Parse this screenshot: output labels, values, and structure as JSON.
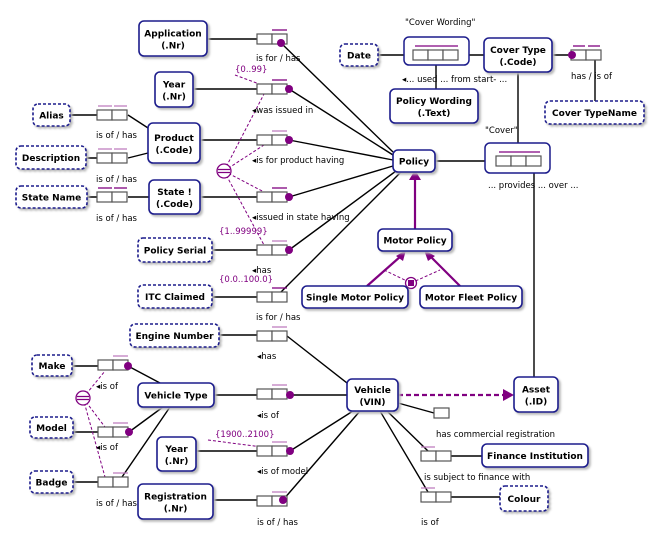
{
  "colors": {
    "entity_border": "#1c1c8c",
    "constraint": "#800080",
    "line": "#000000"
  },
  "entities": {
    "application": {
      "name": "Application",
      "ref": "(.Nr)"
    },
    "year_policy": {
      "name": "Year",
      "ref": "(.Nr)"
    },
    "alias": {
      "name": "Alias"
    },
    "product": {
      "name": "Product",
      "ref": "(.Code)"
    },
    "description": {
      "name": "Description"
    },
    "state_name": {
      "name": "State Name"
    },
    "state": {
      "name": "State !",
      "ref": "(.Code)"
    },
    "policy_serial": {
      "name": "Policy Serial"
    },
    "itc_claimed": {
      "name": "ITC Claimed"
    },
    "date": {
      "name": "Date"
    },
    "cover_type": {
      "name": "Cover Type",
      "ref": "(.Code)"
    },
    "cover_type_name": {
      "name": "Cover TypeName"
    },
    "policy_wording": {
      "name": "Policy Wording",
      "ref": "(.Text)"
    },
    "policy": {
      "name": "Policy"
    },
    "motor_policy": {
      "name": "Motor Policy"
    },
    "single_motor_policy": {
      "name": "Single Motor Policy"
    },
    "motor_fleet_policy": {
      "name": "Motor Fleet Policy"
    },
    "engine_number": {
      "name": "Engine Number"
    },
    "make": {
      "name": "Make"
    },
    "vehicle_type": {
      "name": "Vehicle Type"
    },
    "model": {
      "name": "Model"
    },
    "badge": {
      "name": "Badge"
    },
    "year_vehicle": {
      "name": "Year",
      "ref": "(.Nr)"
    },
    "registration": {
      "name": "Registration",
      "ref": "(.Nr)"
    },
    "vehicle": {
      "name": "Vehicle",
      "ref": "(VIN)"
    },
    "asset": {
      "name": "Asset",
      "ref": "(.ID)"
    },
    "finance_institution": {
      "name": "Finance Institution"
    },
    "colour": {
      "name": "Colour"
    }
  },
  "objectified": {
    "cover_wording": "\"Cover Wording\"",
    "cover": "\"Cover\""
  },
  "readings": {
    "application": "is for / has",
    "year_policy": "◂was issued in",
    "product": "◂is for product having",
    "state": "◂issued in state having",
    "policy_serial": "◂has",
    "itc": "is for / has",
    "alias": "is of / has",
    "description": "is of / has",
    "state_name": "is of / has",
    "cover_wording": "◂... used ... from start- ...",
    "cover_type_name": "has / is of",
    "cover": "... provides ... over ...",
    "engine": "◂has",
    "make": "◂is of",
    "vehicle_type": "◂is of",
    "model": "◂is of",
    "badge": "is of / has",
    "year_vehicle": "◂is of model",
    "registration": "is of / has",
    "commercial": "has commercial registration",
    "finance": "is subject to finance with",
    "colour": "is of"
  },
  "value_constraints": {
    "year_policy": "{0..99}",
    "policy_serial": "{1..99999}",
    "itc": "{0.0..100.0}",
    "year_vehicle": "{1900..2100}"
  }
}
